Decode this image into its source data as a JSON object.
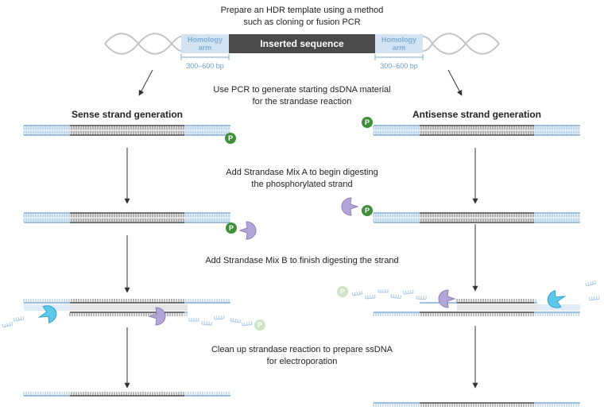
{
  "top": {
    "title_line1": "Prepare an HDR template using a method",
    "title_line2": "such as cloning or fusion PCR",
    "homology_arm_line1": "Homology",
    "homology_arm_line2": "arm",
    "inserted_sequence": "Inserted sequence",
    "arm_length": "300–600 bp"
  },
  "steps": {
    "pcr_line1": "Use PCR to generate starting dsDNA material",
    "pcr_line2": "for the strandase reaction",
    "mix_a_line1": "Add Strandase Mix A to begin digesting",
    "mix_a_line2": "the phosphorylated strand",
    "mix_b": "Add Strandase Mix B to finish digesting the strand",
    "cleanup_line1": "Clean up strandase reaction to prepare ssDNA",
    "cleanup_line2": "for electroporation"
  },
  "columns": {
    "sense": "Sense strand generation",
    "antisense": "Antisense strand generation"
  },
  "phosphate_label": "P",
  "colors": {
    "homology_blue": "#7eaed6",
    "homology_fill": "#d2e3f4",
    "insert_dark": "#4a4a4a",
    "phosphate_green": "#3f8f3a",
    "phosphate_faded": "#cfe3c6",
    "enzyme_a_purple": "#b3a6d6",
    "enzyme_b_cyan": "#5ec8ea"
  }
}
